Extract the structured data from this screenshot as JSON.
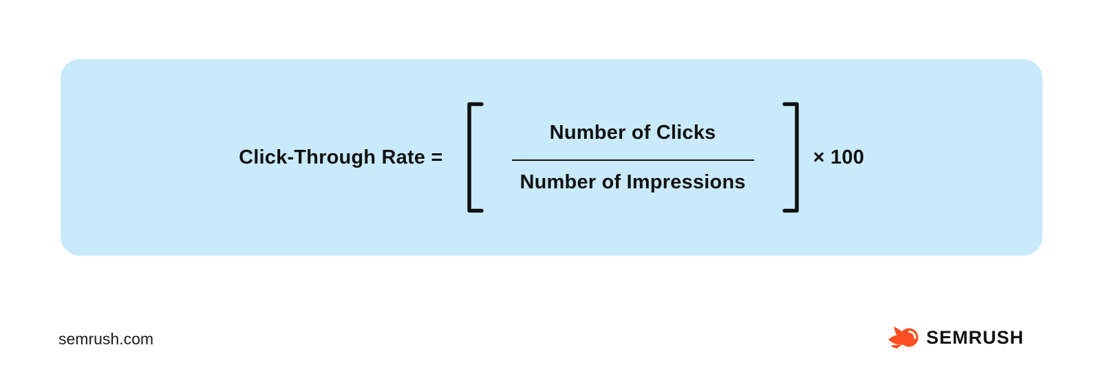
{
  "colors": {
    "panel-bg": "#C9EAFB",
    "text": "#111111",
    "footer-text": "#1a1a1a",
    "brand-orange": "#FB4F23",
    "page-bg": "#ffffff"
  },
  "formula": {
    "label": "Click-Through Rate =",
    "numerator": "Number of Clicks",
    "denominator": "Number of Impressions",
    "multiplier": "× 100"
  },
  "footer": {
    "website": "semrush.com",
    "brand_name": "SEMRUSH",
    "brand_icon": "semrush-flame-ball-icon"
  }
}
